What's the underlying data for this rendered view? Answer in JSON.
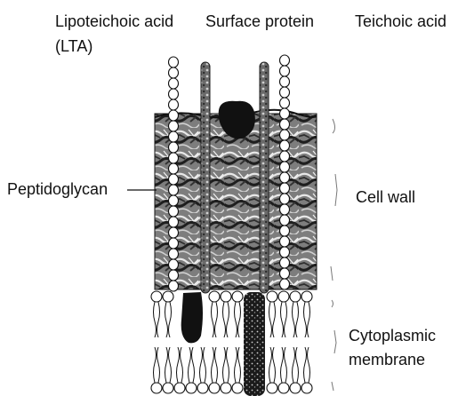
{
  "labels": {
    "lta_line1": "Lipoteichoic acid",
    "lta_line2": "(LTA)",
    "surface_protein": "Surface protein",
    "teichoic_acid": "Teichoic acid",
    "peptidoglycan": "Peptidoglycan",
    "cell_wall": "Cell wall",
    "cytoplasmic_line1": "Cytoplasmic",
    "cytoplasmic_line2": "membrane"
  },
  "colors": {
    "ink": "#111111",
    "wall_dark": "#2a2a2a",
    "wall_mid": "#8a8a8a",
    "wall_light": "#e6e6e6"
  }
}
